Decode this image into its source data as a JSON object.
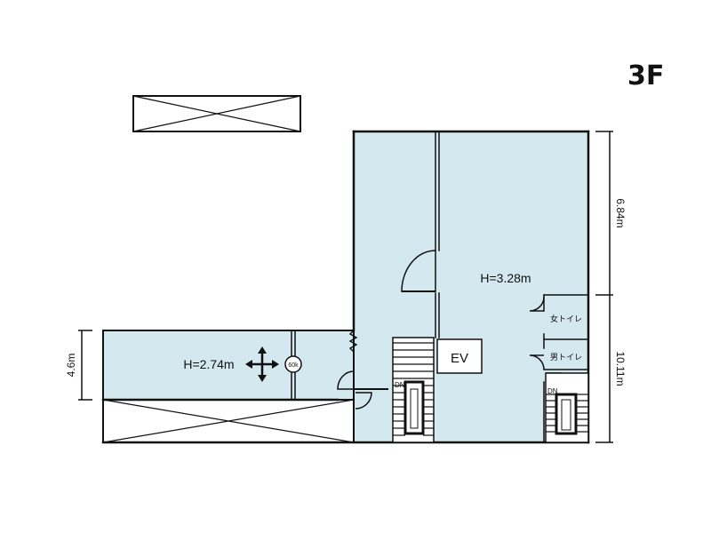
{
  "floor_label": "3F",
  "rooms": {
    "west_room_height": "H=2.74m",
    "east_room_height": "H=3.28m",
    "elevator": "EV",
    "womens_toilet": "女トイレ",
    "mens_toilet": "男トイレ",
    "outlet_capacity": "60k"
  },
  "stairs": {
    "center_down": "DN",
    "east_down": "DN"
  },
  "dimensions": {
    "west_depth": "4.6m",
    "east_upper": "6.84m",
    "east_lower": "10.11m"
  },
  "colors": {
    "room_fill": "#d4e8ef",
    "wall": "#111111",
    "background": "#ffffff"
  }
}
